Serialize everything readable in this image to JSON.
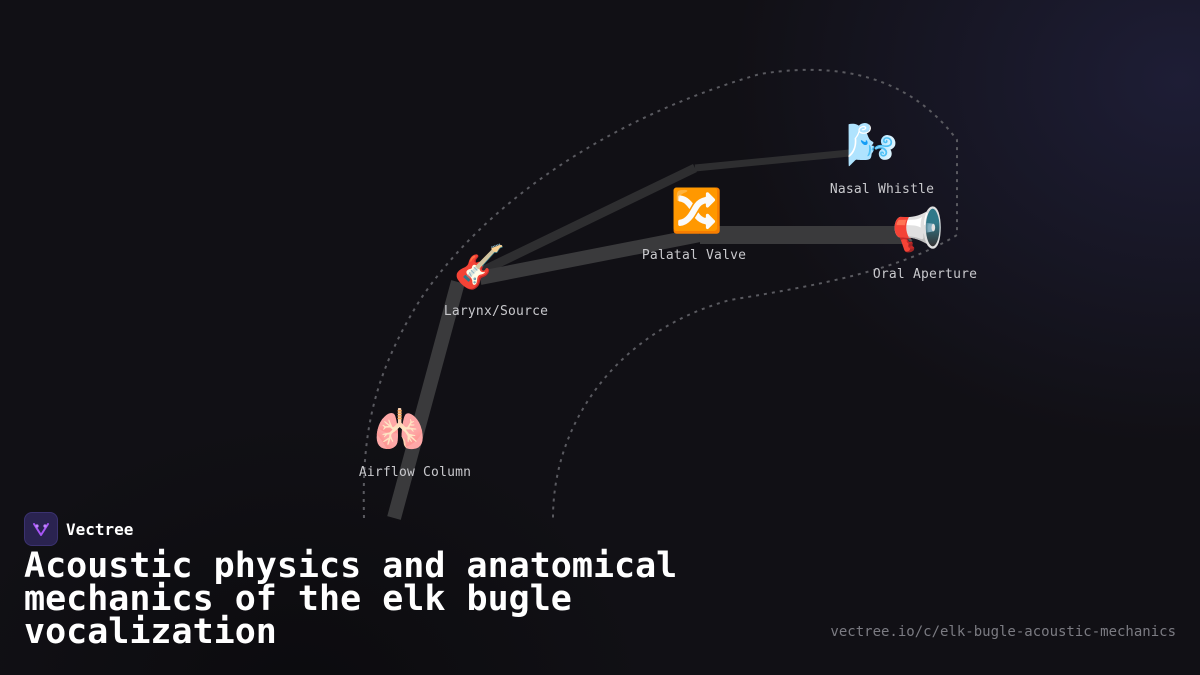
{
  "brand": {
    "name": "Vectree",
    "accent": "#8b5cf6"
  },
  "title": "Acoustic physics and anatomical mechanics of the elk bugle vocalization",
  "url": "vectree.io/c/elk-bugle-acoustic-mechanics",
  "nodes": [
    {
      "id": "airflow",
      "label": "Airflow Column",
      "icon": "lungs-icon",
      "glyph": "🫁"
    },
    {
      "id": "larynx",
      "label": "Larynx/Source",
      "icon": "guitar-icon",
      "glyph": "🎸"
    },
    {
      "id": "palatal",
      "label": "Palatal Valve",
      "icon": "shuffle-icon",
      "glyph": "🔀"
    },
    {
      "id": "nasal",
      "label": "Nasal Whistle",
      "icon": "wind-icon",
      "glyph": "🌬️"
    },
    {
      "id": "oral",
      "label": "Oral Aperture",
      "icon": "megaphone-icon",
      "glyph": "📢"
    }
  ],
  "edges": [
    {
      "from": "airflow",
      "to": "larynx"
    },
    {
      "from": "larynx",
      "to": "palatal"
    },
    {
      "from": "larynx",
      "to": "nasal"
    },
    {
      "from": "palatal",
      "to": "oral"
    }
  ],
  "colors": {
    "background": "#111015",
    "edge": "#3a3a3c",
    "outline": "#5a5a60",
    "label": "#c8c8cc"
  }
}
